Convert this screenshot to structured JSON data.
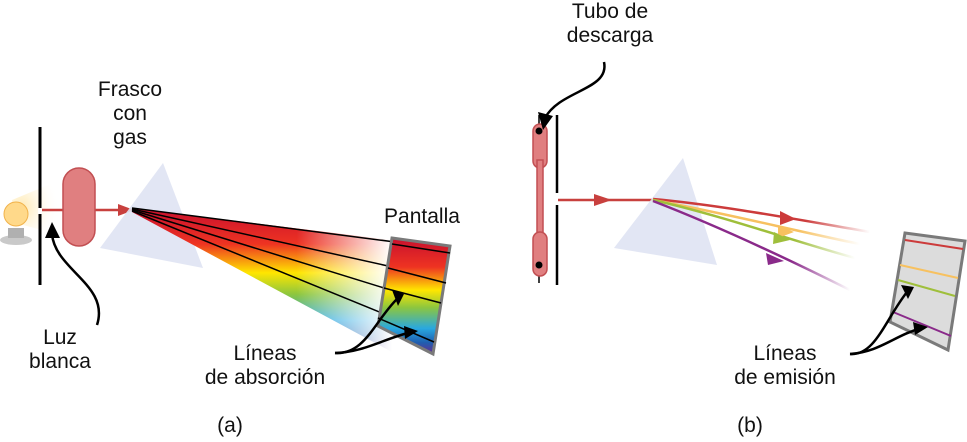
{
  "panel_a": {
    "caption": "(a)",
    "labels": {
      "flask_line1": "Frasco",
      "flask_line2": "con",
      "flask_line3": "gas",
      "screen": "Pantalla",
      "white_light_line1": "Luz",
      "white_light_line2": "blanca",
      "absorption_line1": "Líneas",
      "absorption_line2": "de absorción"
    }
  },
  "panel_b": {
    "caption": "(b)",
    "labels": {
      "tube_line1": "Tubo de",
      "tube_line2": "descarga",
      "emission_line1": "Líneas",
      "emission_line2": "de emisión"
    }
  },
  "colors": {
    "beam_red": "#c8403e",
    "flask_fill": "#e07f80",
    "prism": "#dfe3f3",
    "screen_frame": "#7a7a7a",
    "emission_red": "#cc3b3b",
    "emission_orange": "#f7c160",
    "emission_green": "#9fbf3b",
    "emission_purple": "#8a2a8a"
  }
}
